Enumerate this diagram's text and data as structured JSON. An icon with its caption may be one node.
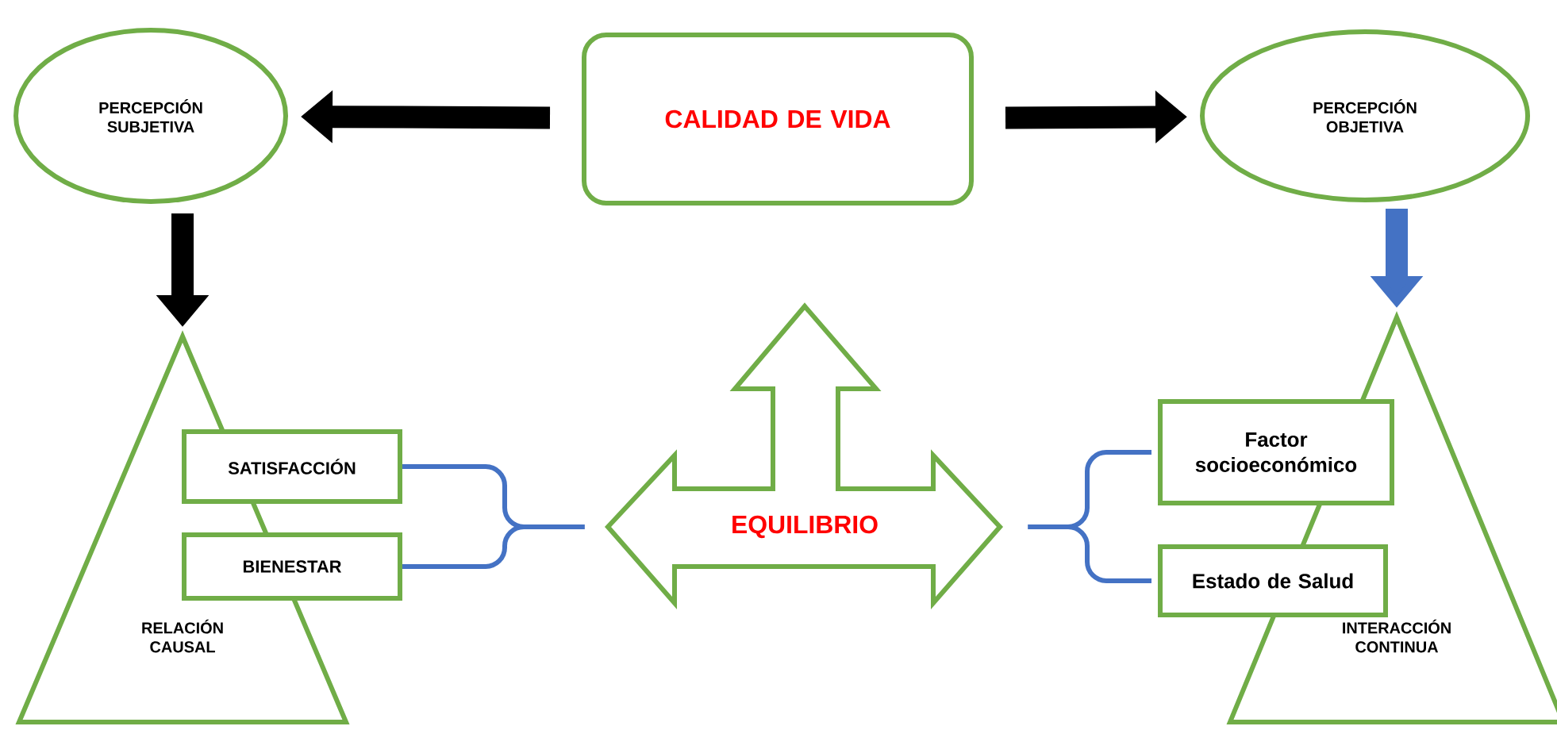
{
  "diagram": {
    "nodes": [
      {
        "text": [
          "PERCEPCIÓN SUBJETIVA"
        ]
      },
      {
        "text": [
          "CALIDAD DE VIDA"
        ]
      },
      {
        "text": [
          "PERCEPCIÓN OBJETIVA"
        ]
      },
      {
        "text": [
          "RELACIÓN CAUSAL"
        ]
      },
      {
        "text": [
          "SATISFACCIÓN"
        ]
      },
      {
        "text": [
          "BIENESTAR"
        ]
      },
      {
        "text": [
          "EQUILIBRIO"
        ]
      },
      {
        "text": [
          "INTERACCIÓN CONTINUA"
        ]
      },
      {
        "text": [
          "Factor socioeconómico"
        ]
      },
      {
        "text": [
          "Estado de Salud"
        ]
      }
    ],
    "edges": [
      {
        "from": 1,
        "to": 0,
        "arrow": "to",
        "style": "thick",
        "color": "#000000"
      },
      {
        "from": 1,
        "to": 2,
        "arrow": "to",
        "style": "thick",
        "color": "#000000"
      },
      {
        "from": 0,
        "to": 3,
        "arrow": "to",
        "style": "thick",
        "color": "#000000"
      },
      {
        "from": 2,
        "to": 7,
        "arrow": "to",
        "style": "thick",
        "color": "#4472c4"
      },
      {
        "from": 4,
        "to": 6,
        "arrow": "none",
        "color": "#4472c4"
      },
      {
        "from": 5,
        "to": 6,
        "arrow": "none",
        "color": "#4472c4"
      },
      {
        "from": 6,
        "to": 8,
        "arrow": "none",
        "color": "#4472c4"
      },
      {
        "from": 6,
        "to": 9,
        "arrow": "none",
        "color": "#4472c4"
      }
    ]
  }
}
